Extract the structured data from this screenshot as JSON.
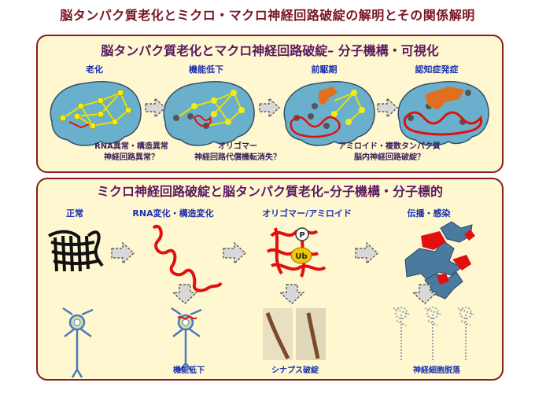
{
  "main_title": "脳タンパク質老化とミクロ・マクロ神経回路破綻の解明とその関係解明",
  "top_panel": {
    "title": "脳タンパク質老化とマクロ神経回路破綻– 分子機構・可視化",
    "stages": [
      "老化",
      "機能低下",
      "前駆期",
      "認知症発症"
    ],
    "captions": [
      [
        "RNA異常・構造異常",
        "神経回路異常？"
      ],
      [
        "オリゴマー",
        "神経回路代償機転消失？"
      ],
      [
        "アミロイド・複数タンパク質",
        "脳内神経回路破綻？"
      ]
    ]
  },
  "bottom_panel": {
    "title": "ミクロ神経回路破綻と脳タンパク質老化–分子機構・分子標的",
    "stages": [
      "正常",
      "RNA変化・構造変化",
      "オリゴマー/アミロイド",
      "伝播・感染"
    ],
    "markers": [
      "P",
      "Ub"
    ],
    "outcomes": [
      "機能低下",
      "シナプス破綻",
      "神経細胞脱落"
    ]
  },
  "colors": {
    "frame": "#8b1a1a",
    "panel_bg": "#fff7cf",
    "stage_text": "#1a2fb0",
    "protein": "#e01010",
    "brain": "#6ab0cc"
  }
}
